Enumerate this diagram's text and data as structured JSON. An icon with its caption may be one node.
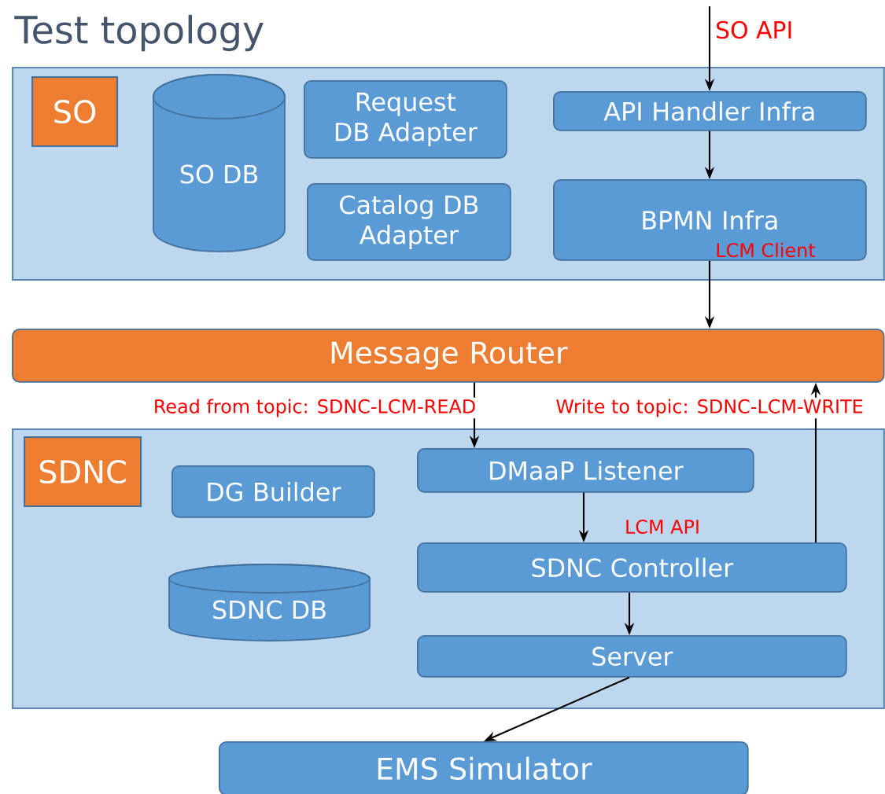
{
  "diagram": {
    "title": "Test topology",
    "nodes": [
      {
        "text": [],
        "shape": "box"
      },
      {
        "text": [
          "SO"
        ],
        "in": 0
      },
      {
        "text": [
          "SO DB"
        ],
        "in": 0
      },
      {
        "text": [
          "Request DB Adapter"
        ],
        "in": 0
      },
      {
        "text": [
          "Catalog DB Adapter"
        ],
        "in": 0
      },
      {
        "text": [
          "API Handler Infra"
        ],
        "in": 0
      },
      {
        "text": [
          "BPMN Infra",
          "LCM Client"
        ],
        "in": 0
      },
      {
        "text": [
          "Message Router"
        ]
      },
      {
        "text": [],
        "shape": "box"
      },
      {
        "text": [
          "SDNC"
        ],
        "in": 8
      },
      {
        "text": [
          "DG Builder"
        ],
        "in": 8
      },
      {
        "text": [
          "SDNC DB"
        ],
        "in": 8
      },
      {
        "text": [
          "DMaaP Listener"
        ],
        "in": 8
      },
      {
        "text": [
          "SDNC Controller"
        ],
        "in": 8
      },
      {
        "text": [
          "Server"
        ],
        "in": 8
      },
      {
        "text": [
          "EMS Simulator"
        ]
      }
    ],
    "edges": [
      {
        "from": null,
        "to": 5,
        "arrow": "to",
        "label": "SO API"
      },
      {
        "from": 5,
        "to": 6,
        "arrow": "to"
      },
      {
        "from": 6,
        "to": 7,
        "arrow": "to"
      },
      {
        "from": 7,
        "to": 12,
        "arrow": "to",
        "label": "Read from topic: SDNC-LCM-READ"
      },
      {
        "from": 12,
        "to": 13,
        "arrow": "to",
        "label": "LCM API"
      },
      {
        "from": 13,
        "to": 7,
        "arrow": "to",
        "label": "Write to topic: SDNC-LCM-WRITE"
      },
      {
        "from": 13,
        "to": 14,
        "arrow": "to"
      },
      {
        "from": 14,
        "to": 15,
        "arrow": "to"
      }
    ]
  }
}
